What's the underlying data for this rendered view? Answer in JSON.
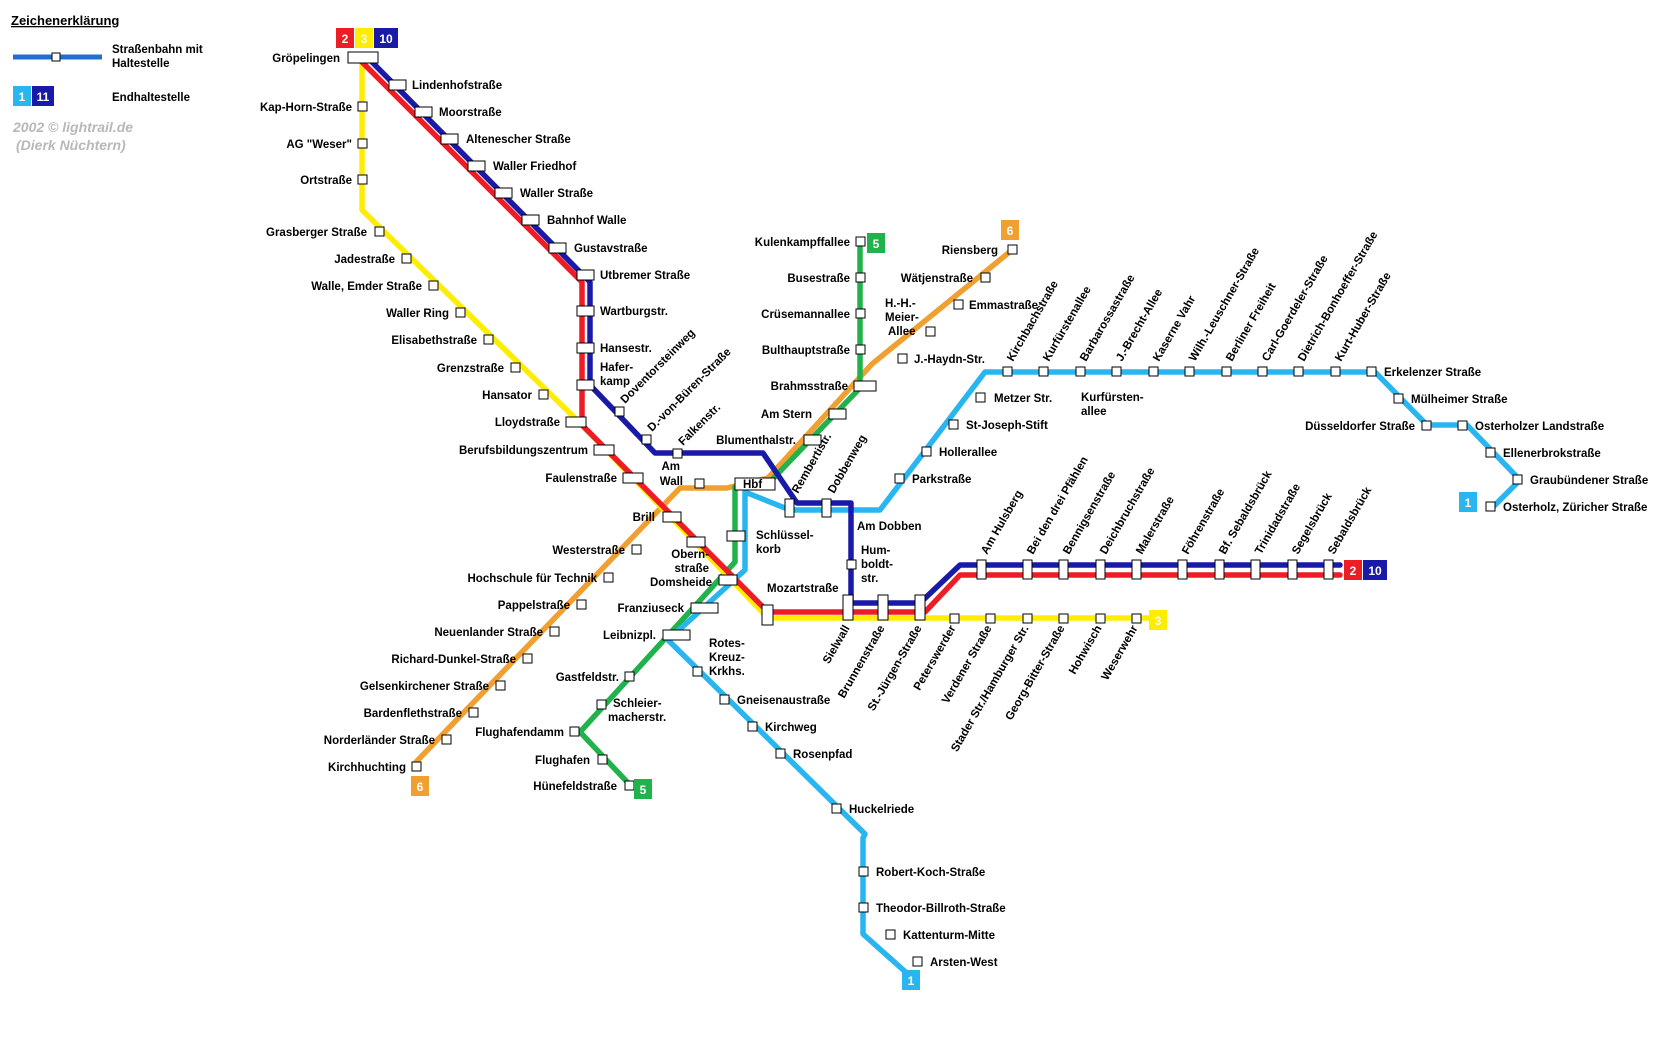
{
  "legend": {
    "title": "Zeichenerklärung",
    "tram_label_1": "Straßenbahn mit",
    "tram_label_2": "Haltestelle",
    "terminus_label": "Endhaltestelle",
    "copyright_1": "2002 © lightrail.de",
    "copyright_2": "(Dierk Nüchtern)",
    "badges": [
      "1",
      "11"
    ]
  },
  "colors": {
    "line_1": "#29b6f0",
    "line_2": "#ee1c25",
    "line_3": "#ffed00",
    "line_5": "#21b24b",
    "line_6": "#f0a030",
    "line_10": "#1a1aa8",
    "line_11": "#1a1aa8",
    "legend_line": "#1e6fd0"
  },
  "badges": {
    "top_2": "2",
    "top_3": "3",
    "top_10": "10",
    "l5_top": "5",
    "l5_bottom": "5",
    "l6_top": "6",
    "l6_bottom": "6",
    "l1_bottom": "1",
    "l1_east": "1",
    "east_2": "2",
    "east_10": "10",
    "l3_east": "3"
  },
  "stations": {
    "groepelingen": "Gröpelingen",
    "lindenhof": "Lindenhofstraße",
    "moor": "Moorstraße",
    "altenescher": "Altenescher Straße",
    "waller_friedhof": "Waller Friedhof",
    "waller_strasse": "Waller Straße",
    "bahnhof_walle": "Bahnhof Walle",
    "gustav": "Gustavstraße",
    "utbremer": "Utbremer Straße",
    "wartburg": "Wartburgstr.",
    "hanse": "Hansestr.",
    "haferkamp_1": "Hafer-",
    "haferkamp_2": "kamp",
    "doventor": "Doventorsteinweg",
    "von_bueren": "D.-von-Büren-Straße",
    "falken": "Falkenstr.",
    "kap_horn": "Kap-Horn-Straße",
    "ag_weser": "AG \"Weser\"",
    "ort": "Ortstraße",
    "grasberger": "Grasberger Straße",
    "jade": "Jadestraße",
    "emder": "Walle, Emder Straße",
    "waller_ring": "Waller Ring",
    "elisabeth": "Elisabethstraße",
    "grenz": "Grenzstraße",
    "hansator": "Hansator",
    "lloyd": "Lloydstraße",
    "berufsbildung": "Berufsbildungszentrum",
    "faulen": "Faulenstraße",
    "am_wall_1": "Am",
    "am_wall_2": "Wall",
    "brill": "Brill",
    "wester": "Westerstraße",
    "hochschule": "Hochschule für Technik",
    "pappel": "Pappelstraße",
    "neuenlander": "Neuenlander Straße",
    "dunkel": "Richard-Dunkel-Straße",
    "gelsenkirchener": "Gelsenkirchener Straße",
    "bardenfleth": "Bardenflethstraße",
    "norderlaender": "Norderländer Straße",
    "kirchhuchting": "Kirchhuchting",
    "obern_1": "Obern-",
    "obern_2": "straße",
    "obern_3": "Domsheide",
    "schluessel_1": "Schlüssel-",
    "schluessel_2": "korb",
    "franziuseck": "Franziuseck",
    "leibnizpl": "Leibnizpl.",
    "rotes_1": "Rotes-",
    "rotes_2": "Kreuz-",
    "rotes_3": "Krkhs.",
    "gastfeld": "Gastfeldstr.",
    "schleier_1": "Schleier-",
    "schleier_2": "macherstr.",
    "flughafendamm": "Flughafendamm",
    "flughafen": "Flughafen",
    "huenefeld": "Hünefeldstraße",
    "gneisenau": "Gneisenaustraße",
    "kirchweg": "Kirchweg",
    "rosenpfad": "Rosenpfad",
    "huckelriede": "Huckelriede",
    "koch": "Robert-Koch-Straße",
    "billroth": "Theodor-Billroth-Straße",
    "kattenturm": "Kattenturm-Mitte",
    "arsten": "Arsten-West",
    "kulenkampff": "Kulenkampffallee",
    "buse": "Busestraße",
    "cruesemann": "Crüsemannallee",
    "bulthaupt": "Bulthauptstraße",
    "brahms": "Brahmsstraße",
    "am_stern": "Am Stern",
    "blumenthal": "Blumenthalstr.",
    "hbf": "Hbf",
    "rembert": "Rembertistr.",
    "dobbenweg": "Dobbenweg",
    "am_dobben": "Am Dobben",
    "humboldt_1": "Hum-",
    "humboldt_2": "boldt-",
    "humboldt_3": "str.",
    "mozart": "Mozartstraße",
    "riensberg": "Riensberg",
    "waetjen": "Wätjenstraße",
    "meier_1": "H.-H.-",
    "meier_2": "Meier-",
    "meier_3": "Allee",
    "emma": "Emmastraße",
    "haydn": "J.-Haydn-Str.",
    "metzer": "Metzer Str.",
    "st_joseph": "St-Joseph-Stift",
    "hollerallee": "Hollerallee",
    "park": "Parkstraße",
    "kurfuersten_1": "Kurfürsten-",
    "kurfuersten_2": "allee",
    "kirchbach": "Kirchbachstraße",
    "kurfuerstenallee": "Kurfürstenallee",
    "barbarossa": "Barbarossastraße",
    "brecht": "J.-Brecht-Allee",
    "kaserne": "Kaserne Vahr",
    "leuschner": "Wilh.-Leuschner-Straße",
    "berliner": "Berliner Freiheit",
    "goerdeler": "Carl-Goerdeler-Straße",
    "bonhoeffer": "Dietrich-Bonhoeffer-Straße",
    "kurt_huber": "Kurt-Huber-Straße",
    "erkelenzer": "Erkelenzer Straße",
    "muelheimer": "Mülheimer Straße",
    "duesseldorfer": "Düsseldorfer Straße",
    "osterholzer": "Osterholzer Landstraße",
    "ellenerbrok": "Ellenerbrokstraße",
    "graubuendener": "Graubündener Straße",
    "zuericher": "Osterholz, Züricher Straße",
    "sielwall": "Sielwall",
    "brunnen": "Brunnenstraße",
    "st_juergen": "St.-Jürgen-Straße",
    "peterswerder": "Peterswerder",
    "verdener": "Verdener Straße",
    "stader": "Stader Str./Hamburger Str.",
    "bitter": "Georg-Bitter-Straße",
    "hohwisch": "Hohwisch",
    "weserwehr": "Weserwehr",
    "am_hulsberg": "Am Hulsberg",
    "drei_pfaehlen": "Bei den drei Pfählen",
    "bennigsen": "Bennigsenstraße",
    "deichbruch": "Deichbruchstraße",
    "maler": "Malerstraße",
    "foehren": "Föhrenstraße",
    "sebaldsbrueck_bf": "Bf. Sebaldsbrück",
    "trinidad": "Trinidadstraße",
    "segelsbrueck": "Segelsbrück",
    "sebaldsbrueck": "Sebaldsbrück"
  }
}
